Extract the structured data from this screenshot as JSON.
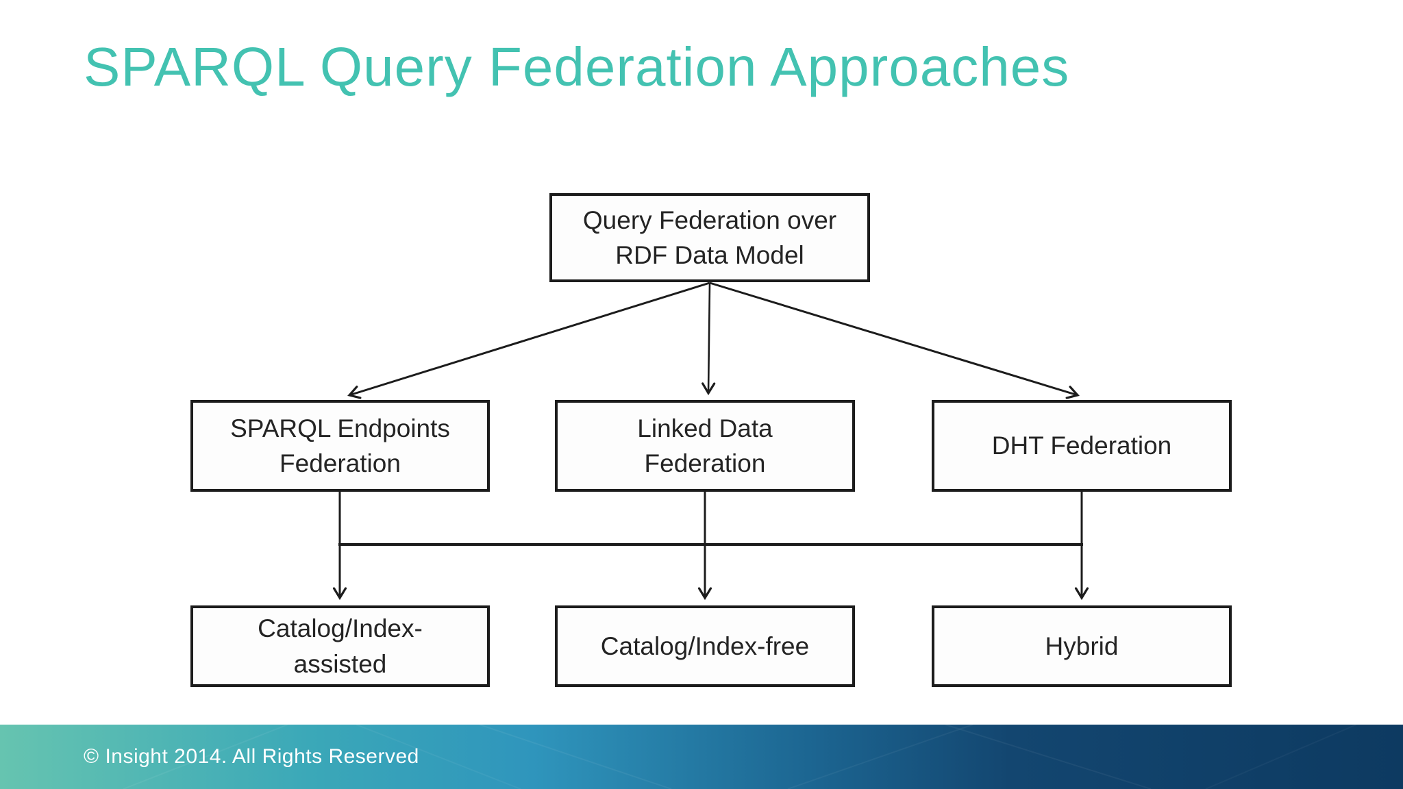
{
  "slide": {
    "title": "SPARQL Query Federation Approaches",
    "footer": {
      "copyright": "© Insight 2014. All Rights Reserved"
    },
    "colors": {
      "title_teal": "#43c2b1",
      "diagram_line": "#1c1c1c",
      "box_fill": "#fdfdfd",
      "footer_gradient_left": "#66c4b0",
      "footer_gradient_mid": "#2f95bc",
      "footer_gradient_right": "#0d3a61",
      "footer_text": "#ffffff"
    }
  },
  "diagram": {
    "type": "flowchart",
    "root": {
      "id": "query-federation",
      "line1": "Query Federation over",
      "line2": "RDF Data Model"
    },
    "level2": [
      {
        "id": "sparql-endpoints-federation",
        "line1": "SPARQL Endpoints",
        "line2": "Federation"
      },
      {
        "id": "linked-data-federation",
        "line1": "Linked Data",
        "line2": "Federation"
      },
      {
        "id": "dht-federation",
        "line1": "DHT Federation"
      }
    ],
    "level3": [
      {
        "id": "catalog-index-assisted",
        "line1": "Catalog/Index-",
        "line2": "assisted"
      },
      {
        "id": "catalog-index-free",
        "line1": "Catalog/Index-free"
      },
      {
        "id": "hybrid",
        "line1": "Hybrid"
      }
    ],
    "edges": [
      {
        "from": "query-federation",
        "to": "sparql-endpoints-federation"
      },
      {
        "from": "query-federation",
        "to": "linked-data-federation"
      },
      {
        "from": "query-federation",
        "to": "dht-federation"
      },
      {
        "from": "sparql-endpoints-federation",
        "to": "catalog-index-assisted"
      },
      {
        "from": "linked-data-federation",
        "to": "catalog-index-free"
      },
      {
        "from": "dht-federation",
        "to": "hybrid"
      }
    ]
  }
}
